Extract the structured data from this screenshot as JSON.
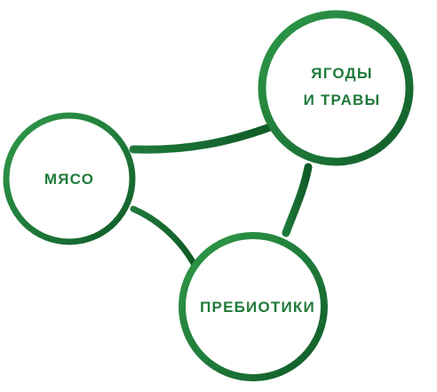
{
  "colors": {
    "accent": "#1f7a3a",
    "accent_light": "#2f9a48",
    "accent_dark": "#0f5a26",
    "background": "#ffffff"
  },
  "nodes": {
    "meat": {
      "label": "МЯСО"
    },
    "berries": {
      "line1": "ЯГОДЫ",
      "line2": "И ТРАВЫ"
    },
    "prebiotics": {
      "label": "ПРЕБИОТИКИ"
    }
  }
}
